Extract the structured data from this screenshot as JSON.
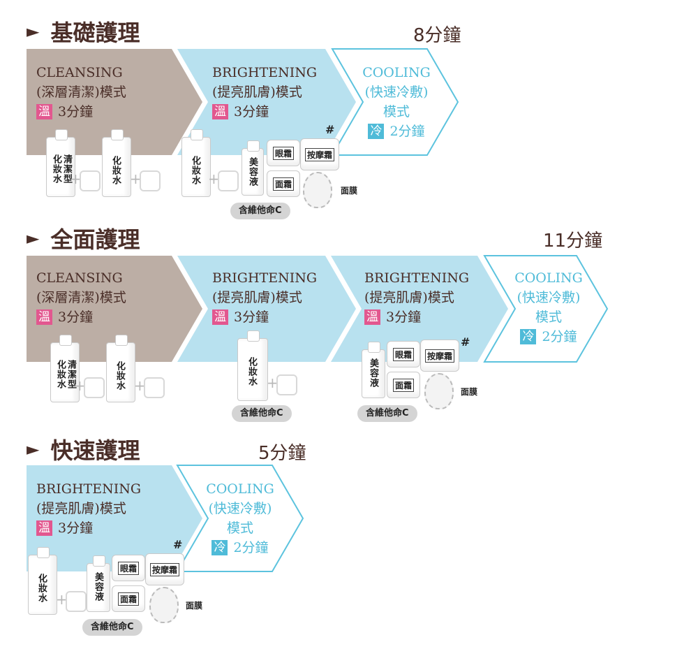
{
  "colors": {
    "warm_band": "#bcaea5",
    "bright_band": "#b8e1ef",
    "cool_outline": "#5cc3de",
    "badge_warm": "#e2578f",
    "badge_cool": "#4fbbd8"
  },
  "icons": {
    "title_marker": "triangle-right",
    "pad": "cotton-pad-icon",
    "mask": "face-mask-icon"
  },
  "sections": [
    {
      "title": "基礎護理",
      "duration": "8分鐘",
      "steps": [
        {
          "name": "CLEANSING",
          "mode": "(深層清潔)模式",
          "badge": "溫",
          "time": "3分鐘"
        },
        {
          "name": "BRIGHTENING",
          "mode": "(提亮肌膚)模式",
          "badge": "溫",
          "time": "3分鐘"
        },
        {
          "name": "COOLING",
          "mode": "(快速冷敷)",
          "mode2": "模式",
          "badge": "冷",
          "time": "2分鐘"
        }
      ]
    },
    {
      "title": "全面護理",
      "duration": "11分鐘",
      "steps": [
        {
          "name": "CLEANSING",
          "mode": "(深層清潔)模式",
          "badge": "溫",
          "time": "3分鐘"
        },
        {
          "name": "BRIGHTENING",
          "mode": "(提亮肌膚)模式",
          "badge": "溫",
          "time": "3分鐘"
        },
        {
          "name": "BRIGHTENING",
          "mode": "(提亮肌膚)模式",
          "badge": "溫",
          "time": "3分鐘"
        },
        {
          "name": "COOLING",
          "mode": "(快速冷敷)",
          "mode2": "模式",
          "badge": "冷",
          "time": "2分鐘"
        }
      ]
    },
    {
      "title": "快速護理",
      "duration": "5分鐘",
      "steps": [
        {
          "name": "BRIGHTENING",
          "mode": "(提亮肌膚)模式",
          "badge": "溫",
          "time": "3分鐘"
        },
        {
          "name": "COOLING",
          "mode": "(快速冷敷)",
          "mode2": "模式",
          "badge": "冷",
          "time": "2分鐘"
        }
      ]
    }
  ],
  "products": {
    "cleanser": "清潔型 化妝水",
    "toner": "化妝水",
    "serum": "美容液",
    "eye_cream": "眼霜",
    "massage_cream": "按摩霜",
    "face_cream": "面霜",
    "mask": "面膜",
    "vitamin_c": "含維他命C",
    "hash": "#",
    "plus": "+"
  }
}
